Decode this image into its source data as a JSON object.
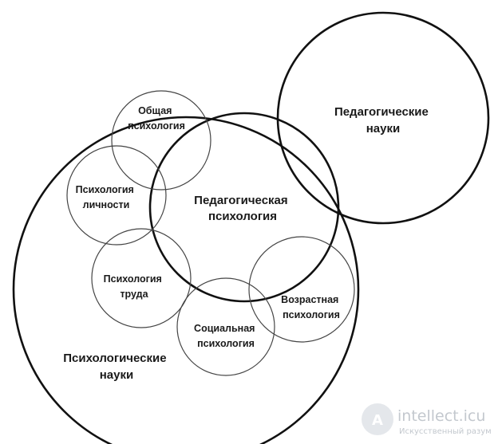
{
  "diagram": {
    "labels": {
      "psych_sciences": [
        "Психологические",
        "науки"
      ],
      "ped_sciences": [
        "Педагогические",
        "науки"
      ],
      "ped_psychology": [
        "Педагогическая",
        "психология"
      ],
      "general_psychology": [
        "Общая",
        "психология"
      ],
      "personality_psychology": [
        "Психология",
        "личности"
      ],
      "labor_psychology": [
        "Психология",
        "труда"
      ],
      "social_psychology": [
        "Социальная",
        "психология"
      ],
      "age_psychology": [
        "Возрастная",
        "психология"
      ]
    }
  },
  "watermark": {
    "text": "intellect.icu",
    "subtext": "Искусственный разум"
  }
}
